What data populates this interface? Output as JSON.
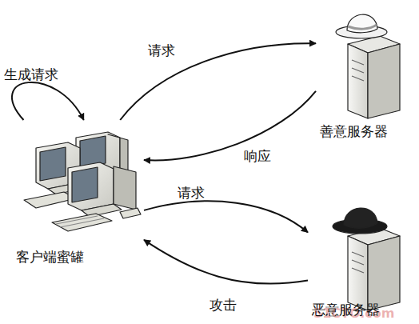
{
  "diagram": {
    "nodes": [
      {
        "text": [
          "客户端蜜罐"
        ]
      },
      {
        "text": [
          "善意服务器"
        ]
      },
      {
        "text": [
          "恶意服务器"
        ]
      }
    ],
    "edges": [
      {
        "from": 0,
        "to": 0,
        "label": "生成请求",
        "arrow": "to"
      },
      {
        "from": 0,
        "to": 1,
        "label": "请求",
        "arrow": "to"
      },
      {
        "from": 1,
        "to": 0,
        "label": "响应",
        "arrow": "to"
      },
      {
        "from": 0,
        "to": 2,
        "label": "请求",
        "arrow": "to"
      },
      {
        "from": 2,
        "to": 0,
        "label": "攻击",
        "arrow": "to"
      }
    ],
    "labels": [
      "51CTO.com"
    ]
  }
}
